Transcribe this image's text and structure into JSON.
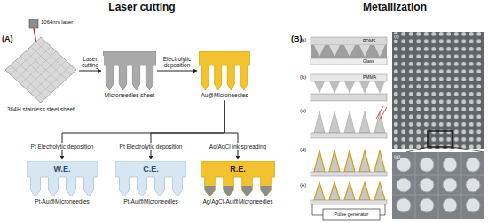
{
  "diagram": {
    "nodes": [
      {
        "text": [
          "304H stainless steel sheet"
        ]
      },
      {
        "text": [
          "Microneedles sheet"
        ]
      },
      {
        "text": [
          "Au@Microneedles"
        ]
      },
      {
        "text": [
          "W.E.",
          "Pt-Au@Microneedles"
        ]
      },
      {
        "text": [
          "C.E.",
          "Pt-Au@Microneedles"
        ]
      },
      {
        "text": [
          "R.E.",
          "Ag/AgCl-Au@Microneedles"
        ]
      }
    ],
    "edges": [
      {
        "from": 0,
        "to": 1,
        "label": "Laser cutting",
        "arrow": "to"
      },
      {
        "from": 1,
        "to": 2,
        "label": "Electrolytic deposition",
        "arrow": "to"
      },
      {
        "from": 2,
        "to": 3,
        "label": "Pt Electrolytic deposition",
        "arrow": "to"
      },
      {
        "from": 2,
        "to": 4,
        "label": "Pt Electrolytic deposition",
        "arrow": "to"
      },
      {
        "from": 2,
        "to": 5,
        "label": "Ag/AgCl ink spreading",
        "arrow": "to"
      }
    ],
    "labels": [
      "Laser cutting",
      "Metallization",
      "(A)",
      "(B)",
      "1064nm laser",
      "(a)",
      "(b)",
      "(c)",
      "(d)",
      "(e)",
      "(f)",
      "(g)",
      "PDMS",
      "Glass",
      "PMMA",
      "Pulse generator"
    ]
  }
}
